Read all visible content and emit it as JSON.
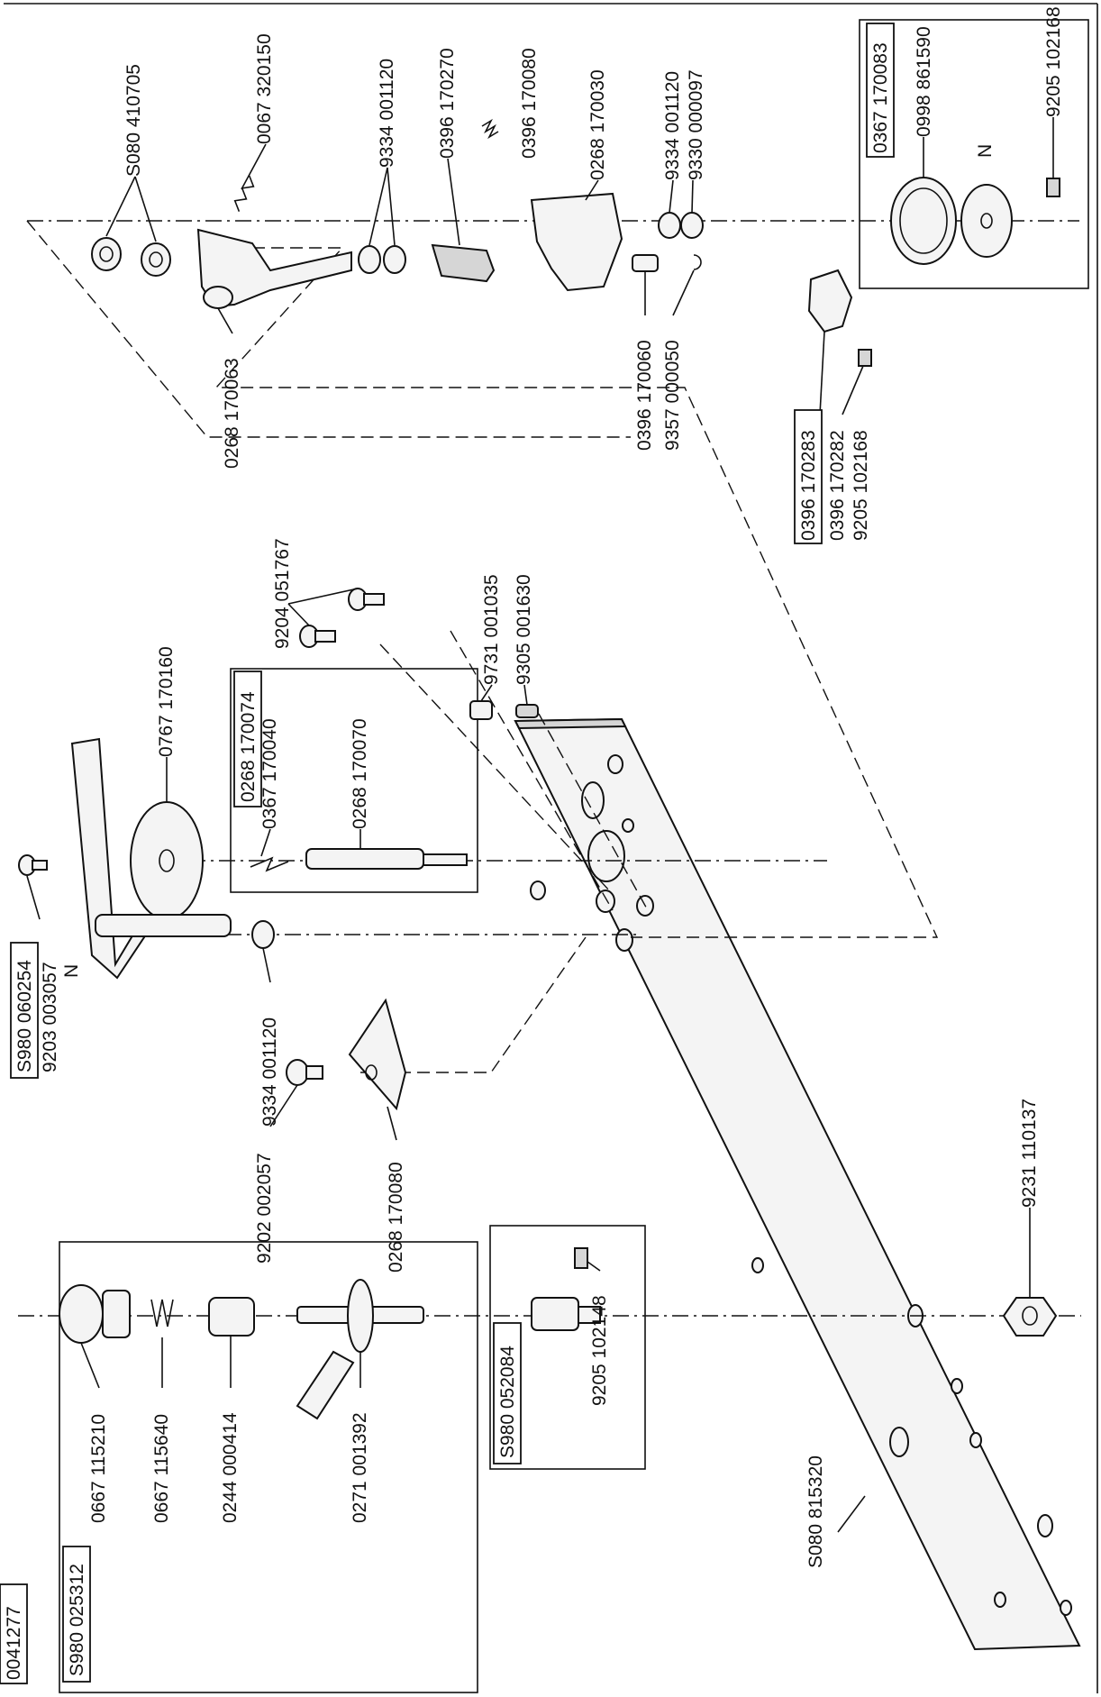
{
  "diagram": {
    "sheet_id": "0041277",
    "labels": {
      "s080_410705": "S080 410705",
      "p0067_320150": "0067 320150",
      "p9334_001120_a": "9334 001120",
      "p0396_170270": "0396 170270",
      "p0396_170080": "0396 170080",
      "p0268_170030": "0268 170030",
      "p9334_001120_b": "9334 001120",
      "p9330_000097": "9330 000097",
      "box_0367_170083": "0367 170083",
      "p0998_861590": "0998 861590",
      "p9205_102168_a": "9205 102168",
      "n_mark_top": "N",
      "p0268_170063": "0268 170063",
      "p0396_170060": "0396 170060",
      "p9357_000050": "9357 000050",
      "box_0396_170283": "0396 170283",
      "p0396_170282": "0396 170282",
      "p9205_102168_b": "9205 102168",
      "p9204_051767": "9204 051767",
      "p9731_001035": "9731 001035",
      "p9305_001630": "9305 001630",
      "box_0268_170074": "0268 170074",
      "p0367_170040": "0367 170040",
      "p0268_170070": "0268 170070",
      "p0767_170160": "0767 170160",
      "box_s980_060254": "S980 060254",
      "p9203_003057": "9203 003057",
      "n_mark_mid": "N",
      "p9334_001120_c": "9334 001120",
      "p9202_002057": "9202 002057",
      "p0268_170080": "0268 170080",
      "box_s980_025312": "S980 025312",
      "p0667_115210": "0667 115210",
      "p0667_115640": "0667 115640",
      "p0244_000414": "0244 000414",
      "p0271_001392": "0271 001392",
      "box_s980_052084": "S980 052084",
      "p9205_102148": "9205 102148",
      "p9231_110137": "9231 110137",
      "s080_815320": "S080 815320"
    }
  }
}
